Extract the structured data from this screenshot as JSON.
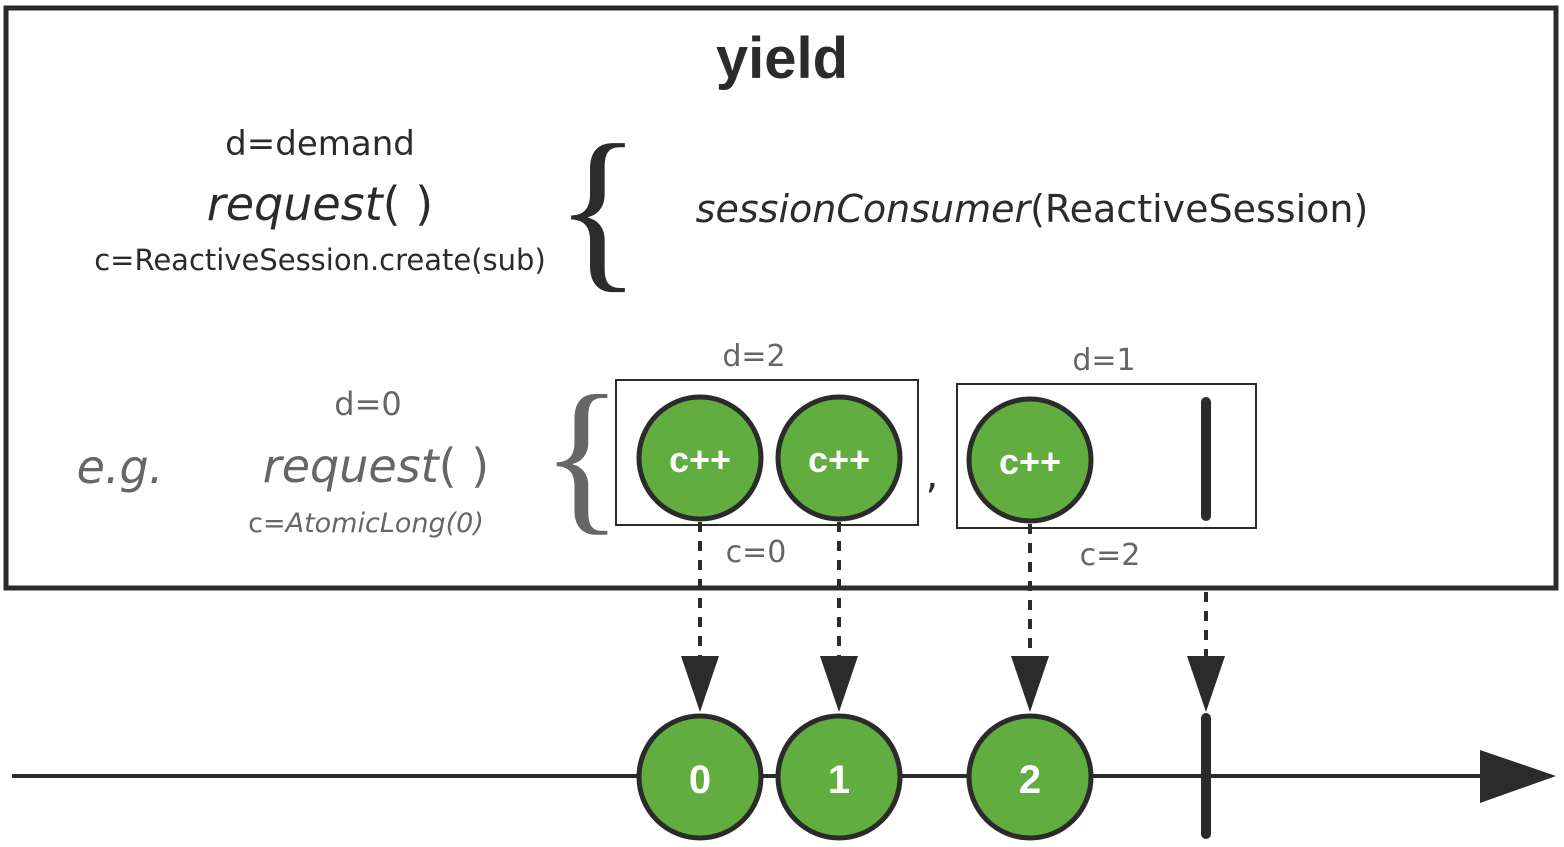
{
  "colors": {
    "stroke": "#2b2b2b",
    "gray_text": "#666666",
    "dark_text": "#2b2b2b",
    "green": "#62ad3f",
    "marble_text": "#ffffff"
  },
  "title": "yield",
  "general": {
    "demand_label": "d=demand",
    "request_name": "request",
    "request_parens": "( )",
    "create_label": "c=ReactiveSession.create(sub)",
    "brace": "{",
    "consumer_fn": "sessionConsumer",
    "consumer_arg": "(ReactiveSession)"
  },
  "example": {
    "eg_label": "e.g.",
    "demand_label": "d=0",
    "request_name": "request",
    "request_parens": "( )",
    "counter_prefix": "c=",
    "counter_value": "AtomicLong(0)",
    "brace": "{",
    "separator": ",",
    "group1": {
      "demand": "d=2",
      "counter": "c=0",
      "marbles": [
        "c++",
        "c++"
      ]
    },
    "group2": {
      "demand": "d=1",
      "counter": "c=2",
      "marbles": [
        "c++"
      ]
    }
  },
  "output": {
    "icons": [
      "arrow-head-icon",
      "complete-bar-icon"
    ],
    "items": [
      "0",
      "1",
      "2"
    ]
  }
}
